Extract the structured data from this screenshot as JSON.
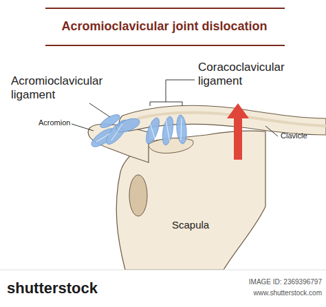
{
  "diagram": {
    "title": "Acromioclavicular joint dislocation",
    "labels": [
      "Coracoclavicular ligament",
      "Acromioclavicular ligament",
      "Acromion",
      "Clavicle",
      "Scapula",
      "shutterstock",
      "IMAGE ID: 2369396797",
      "www.shutterstock.com"
    ]
  }
}
